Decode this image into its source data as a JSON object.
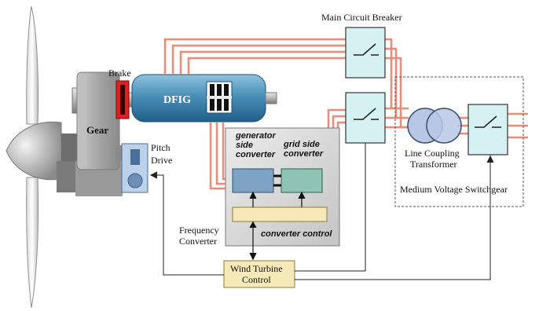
{
  "labels": {
    "main_circuit_breaker": "Main Circuit Breaker",
    "brake": "Brake",
    "dfig": "DFIG",
    "gear": "Gear",
    "pitch_drive_line1": "Pitch",
    "pitch_drive_line2": "Drive",
    "generator_side_converter_line1": "generator",
    "generator_side_converter_line2": "side",
    "generator_side_converter_line3": "converter",
    "grid_side_converter_line1": "grid side",
    "grid_side_converter_line2": "converter",
    "converter_control": "converter control",
    "frequency_converter_line1": "Frequency",
    "frequency_converter_line2": "Converter",
    "line_coupling_transformer_line1": "Line Coupling",
    "line_coupling_transformer_line2": "Transformer",
    "medium_voltage_switchgear": "Medium Voltage Switchgear",
    "wind_turbine_control_line1": "Wind Turbine",
    "wind_turbine_control_line2": "Control"
  },
  "colors": {
    "power_line": "#f08a76",
    "breaker_fill": "#d6f1f1",
    "generator_blue": "#4a8fb8",
    "control_box": "#f6e9b8",
    "converter_panel": "#d9d9d9",
    "gen_converter": "#7ea2c4",
    "grid_converter": "#8ec4b4",
    "brake_red": "#e02020",
    "gear_grey": "#a6a6a6"
  }
}
